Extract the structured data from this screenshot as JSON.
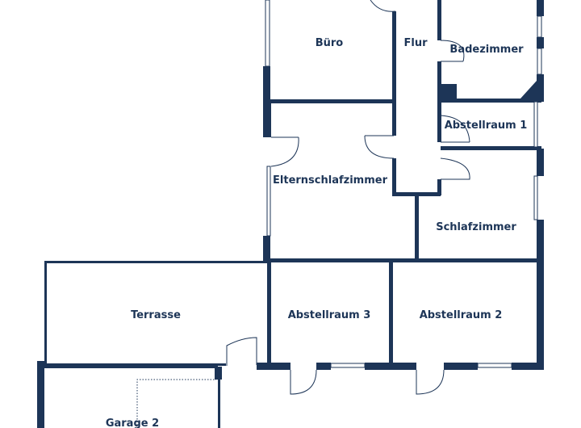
{
  "plan": {
    "rooms": {
      "buero": "Büro",
      "flur": "Flur",
      "badezimmer": "Badezimmer",
      "abstellraum1": "Abstellraum 1",
      "elternschlafzimmer": "Elternschlafzimmer",
      "schlafzimmer": "Schlafzimmer",
      "terrasse": "Terrasse",
      "abstellraum3": "Abstellraum 3",
      "abstellraum2": "Abstellraum 2",
      "garage2": "Garage 2"
    },
    "colors": {
      "wall": "#1d3557",
      "background": "#ffffff"
    }
  }
}
